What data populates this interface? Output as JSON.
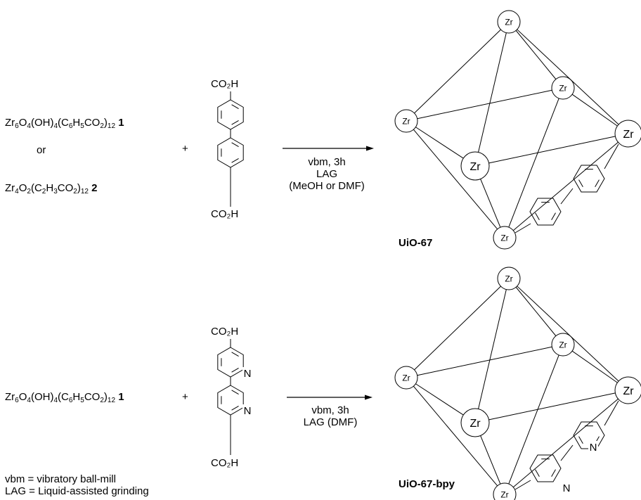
{
  "reaction1": {
    "reactant1": {
      "parts": [
        {
          "t": "Zr"
        },
        {
          "s": "6"
        },
        {
          "t": "O"
        },
        {
          "s": "4"
        },
        {
          "t": "(OH)"
        },
        {
          "s": "4"
        },
        {
          "t": "(C"
        },
        {
          "s": "6"
        },
        {
          "t": "H"
        },
        {
          "s": "5"
        },
        {
          "t": "CO"
        },
        {
          "s": "2"
        },
        {
          "t": ")"
        },
        {
          "s": "12"
        }
      ],
      "number": "1"
    },
    "or_text": "or",
    "reactant2": {
      "parts": [
        {
          "t": "Zr"
        },
        {
          "s": "4"
        },
        {
          "t": "O"
        },
        {
          "s": "2"
        },
        {
          "t": "(C"
        },
        {
          "s": "2"
        },
        {
          "t": "H"
        },
        {
          "s": "3"
        },
        {
          "t": "CO"
        },
        {
          "s": "2"
        },
        {
          "t": ")"
        },
        {
          "s": "12"
        }
      ],
      "number": "2"
    },
    "plus": "+",
    "linker_top": "CO₂H",
    "linker_bottom": "CO₂H",
    "conditions": [
      "vbm, 3h",
      "LAG",
      "(MeOH or DMF)"
    ],
    "product": "UiO-67"
  },
  "reaction2": {
    "reactant1": {
      "parts": [
        {
          "t": "Zr"
        },
        {
          "s": "6"
        },
        {
          "t": "O"
        },
        {
          "s": "4"
        },
        {
          "t": "(OH)"
        },
        {
          "s": "4"
        },
        {
          "t": "(C"
        },
        {
          "s": "6"
        },
        {
          "t": "H"
        },
        {
          "s": "5"
        },
        {
          "t": "CO"
        },
        {
          "s": "2"
        },
        {
          "t": ")"
        },
        {
          "s": "12"
        }
      ],
      "number": "1"
    },
    "plus": "+",
    "linker_top": "CO₂H",
    "linker_bottom": "CO₂H",
    "n_label": "N",
    "conditions": [
      "vbm, 3h",
      "LAG (DMF)"
    ],
    "product": "UiO-67-bpy"
  },
  "zr_label": "Zr",
  "footnotes": [
    "vbm = vibratory ball-mill",
    "LAG = Liquid-assisted grinding"
  ]
}
